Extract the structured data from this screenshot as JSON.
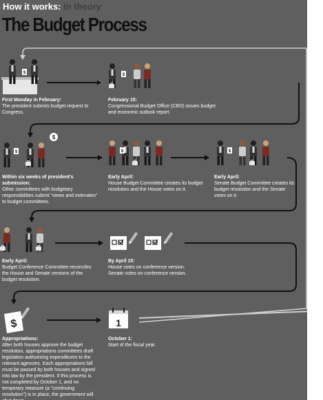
{
  "header": {
    "kicker": "How it works:",
    "kicker_tag": "In theory",
    "title": "The Budget Process"
  },
  "steps": [
    {
      "heading": "First Monday in February:",
      "body": "The president submits budget request to Congress."
    },
    {
      "heading": "February 15:",
      "body": "Congressional Budget Office (CBO) issues budget and economic outlook report."
    },
    {
      "heading": "Within six weeks of president's submission:",
      "body": "Other committees with budgetary responsibilities submit \"views and estimates\" to budget committees."
    },
    {
      "heading": "Early April:",
      "body": "House Budget Committee creates its budget resolution and the House votes on it."
    },
    {
      "heading": "Early April:",
      "body": "Senate Budget Committee creates its budget resolution and the Senate votes on it."
    },
    {
      "heading": "Early April:",
      "body": "Budget Conference Committee reconciles the House and Senate versions of the budget resolution."
    },
    {
      "heading": "By April 15:",
      "body": "House votes on conference version. Senate votes on conference version."
    },
    {
      "heading": "Appropriations:",
      "body": "After both houses approve the budget resolution, appropriations committees draft legislation authorizing expenditures to the relevant agencies. Each appropriations bill must be passed by both houses and signed into law by the president. If this process is not completed by October 1, and no temporary measure (a \"continuing resolution\") is in place, the government will shut down."
    },
    {
      "heading": "October 1:",
      "body": "Start of the fiscal year."
    }
  ],
  "icons": {
    "calendar_day": "1",
    "dollar_sign": "$"
  },
  "colors": {
    "background": "#5f5f5f",
    "arrow": "#111111",
    "loop_line": "#cfcfcf",
    "text": "#ffffff"
  }
}
